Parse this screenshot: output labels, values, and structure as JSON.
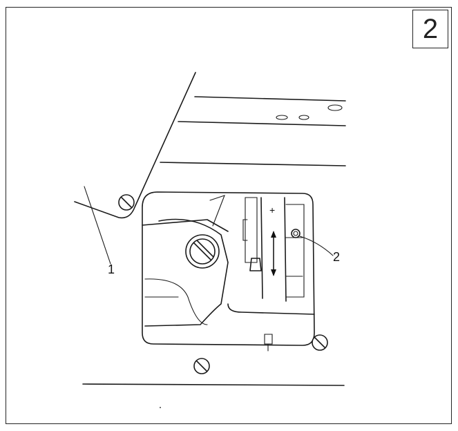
{
  "figure": {
    "number": "2"
  },
  "callouts": [
    {
      "id": "1",
      "text": "1"
    },
    {
      "id": "2",
      "text": "2"
    }
  ],
  "icons": {
    "screw": "slotted-screw-icon",
    "adjust_arrow": "up-down-arrow-icon"
  },
  "adjustment": {
    "plus": "+",
    "minus": "-"
  }
}
